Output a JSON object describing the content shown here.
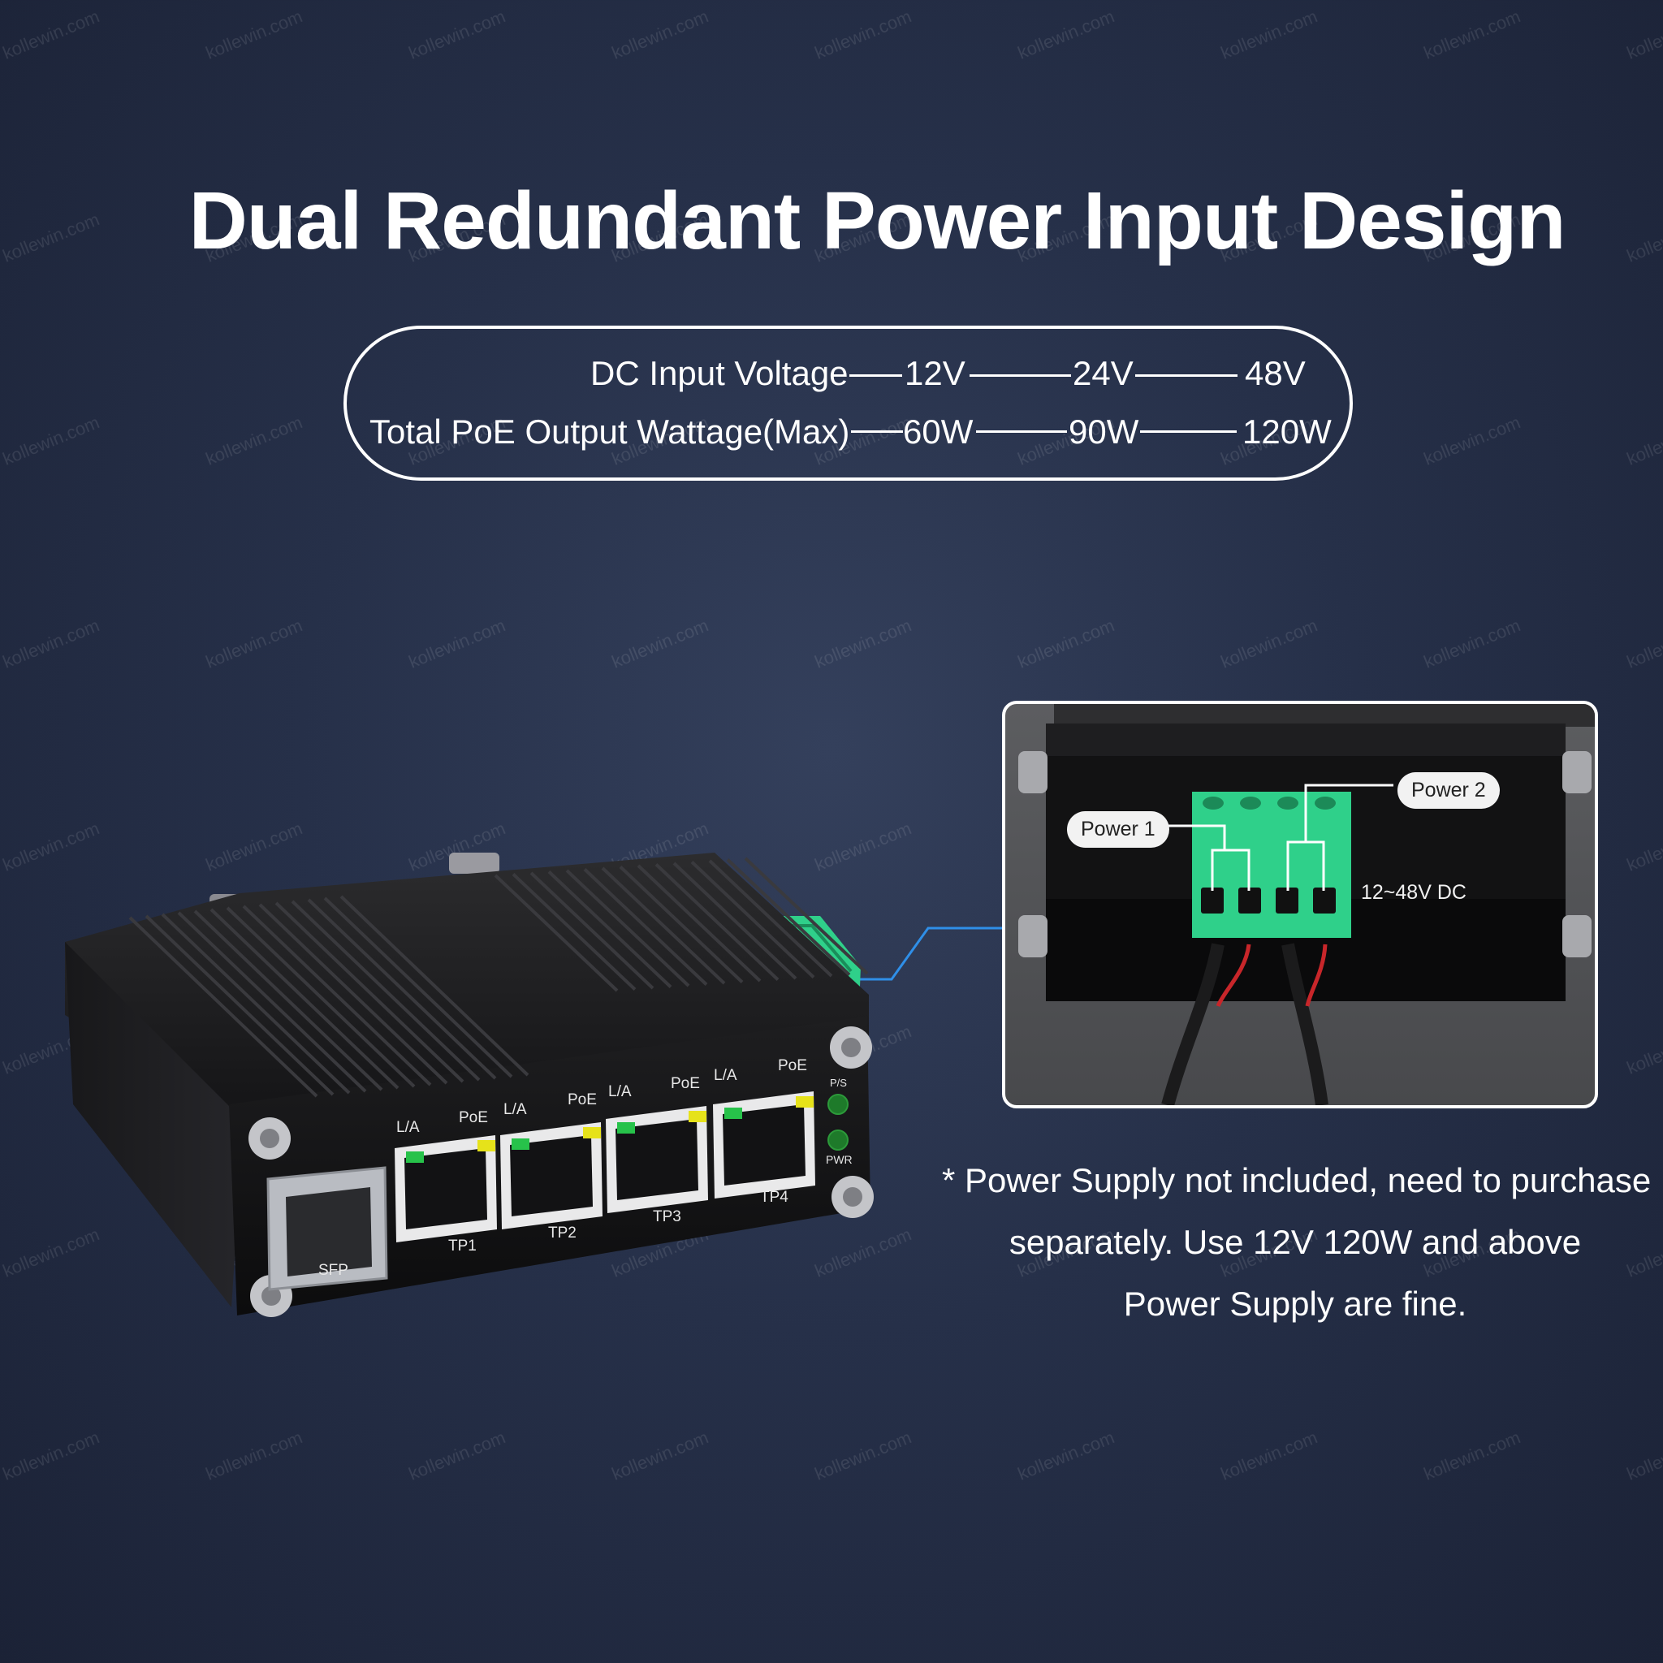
{
  "title": "Dual Redundant Power Input Design",
  "specs": {
    "voltage_label": "DC Input Voltage",
    "wattage_label": "Total PoE Output Wattage(Max)",
    "voltages": [
      "12V",
      "24V",
      "48V"
    ],
    "wattages": [
      "60W",
      "90W",
      "120W"
    ]
  },
  "inset": {
    "power1": "Power 1",
    "power2": "Power 2",
    "range": "12~48V DC"
  },
  "note": {
    "line1": "* Power Supply not included, need to purchase",
    "line2": "separately. Use 12V 120W and above",
    "line3": "Power Supply are fine."
  },
  "device": {
    "la": "L/A",
    "poe": "PoE",
    "ports": [
      "TP1",
      "TP2",
      "TP3",
      "TP4"
    ],
    "sfp": "SFP",
    "ps": "P/S",
    "pwr": "PWR"
  },
  "watermark": "kollewin.com",
  "colors": {
    "background": "#263049",
    "terminal": "#2fd08a",
    "led_green": "#27c24a",
    "led_yellow": "#e6e21a",
    "connector_line": "#2f8fe8"
  }
}
